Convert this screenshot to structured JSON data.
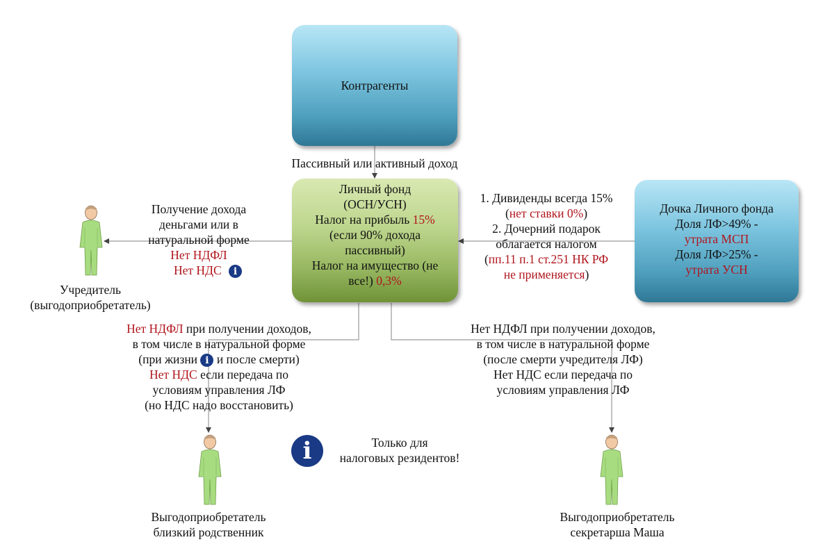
{
  "nodes": {
    "counterparties": {
      "label": "Контрагенты"
    },
    "fund": {
      "line1": "Личный фонд",
      "line2": "(ОСН/УСН)",
      "line3_prefix": "Налог на прибыль ",
      "line3_rate": "15%",
      "line4": "(если 90% дохода",
      "line5": "пассивный)",
      "line6": "Налог на имущество (не",
      "line7_prefix": "все!) ",
      "line7_rate": "0,3%"
    },
    "subsidiary": {
      "line1": "Дочка Личного фонда",
      "line2": "Доля ЛФ>49% -",
      "line3": "утрата МСП",
      "line4": "Доля ЛФ>25% -",
      "line5": "утрата УСН"
    }
  },
  "edges": {
    "income": "Пассивный или активный доход",
    "founder_edge": {
      "line1": "Получение дохода",
      "line2": "деньгами или в",
      "line3": "натуральной форме",
      "line4": "Нет НДФЛ",
      "line5": "Нет НДС"
    },
    "subsidiary_edge": {
      "line1": "1. Дивиденды всегда 15%",
      "line2_open": "(",
      "line2_red": "нет ставки 0%",
      "line2_close": ")",
      "line3": "2. Дочерний подарок",
      "line4": "облагается налогом",
      "line5_open": "(",
      "line5_red": "пп.11 п.1 ст.251 НК РФ",
      "line6_red": "не применяется",
      "line6_close": ")"
    },
    "relative_edge": {
      "line1_red": "Нет НДФЛ",
      "line1_rest": " при получении доходов,",
      "line2": "в том числе в натуральной форме",
      "line3_a": "(при жизни ",
      "line3_b": " и после смерти)",
      "line4_red": "Нет НДС",
      "line4_rest": " если передача по",
      "line5": "условиям управления ЛФ",
      "line6": "(но НДС надо восстановить)"
    },
    "secretary_edge": {
      "line1": "Нет НДФЛ при получении доходов,",
      "line2": "в том числе в натуральной форме",
      "line3": "(после смерти учредителя ЛФ)",
      "line4": "Нет НДС если передача по",
      "line5": "условиям управления ЛФ"
    }
  },
  "people": {
    "founder": {
      "line1": "Учредитель",
      "line2": "(выгодоприобретатель)"
    },
    "relative": {
      "line1": "Выгодоприобретатель",
      "line2": "близкий родственник"
    },
    "secretary": {
      "line1": "Выгодоприобретатель",
      "line2": "секретарша Маша"
    }
  },
  "note": {
    "line1": "Только для",
    "line2": "налоговых резидентов!"
  },
  "icons": {
    "info_glyph": "i"
  },
  "colors": {
    "accent_red": "#b0141c",
    "info_blue": "#1a3a85",
    "person_green": "#a8dc80"
  }
}
